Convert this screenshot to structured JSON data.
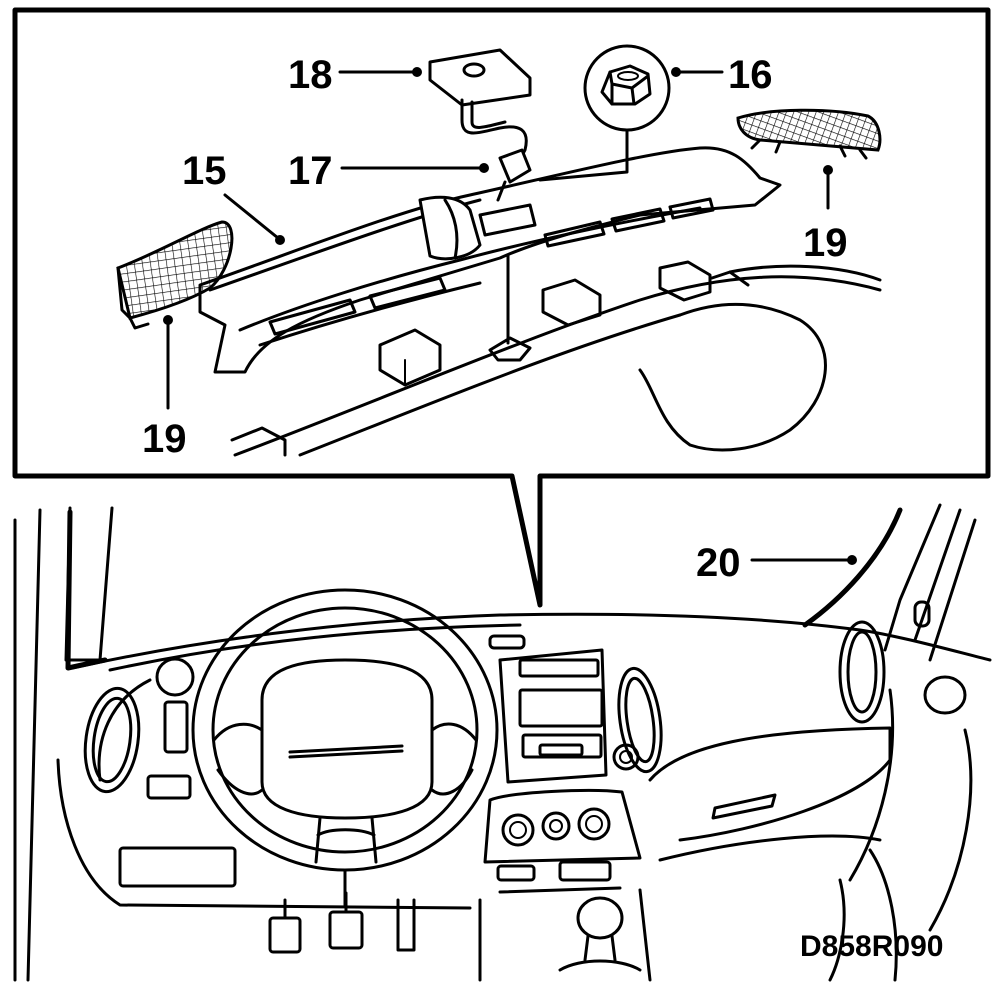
{
  "callouts": {
    "c15": "15",
    "c16": "16",
    "c17": "17",
    "c18": "18",
    "c19_left": "19",
    "c19_right": "19",
    "c20": "20"
  },
  "drawing_code": "D858R090"
}
